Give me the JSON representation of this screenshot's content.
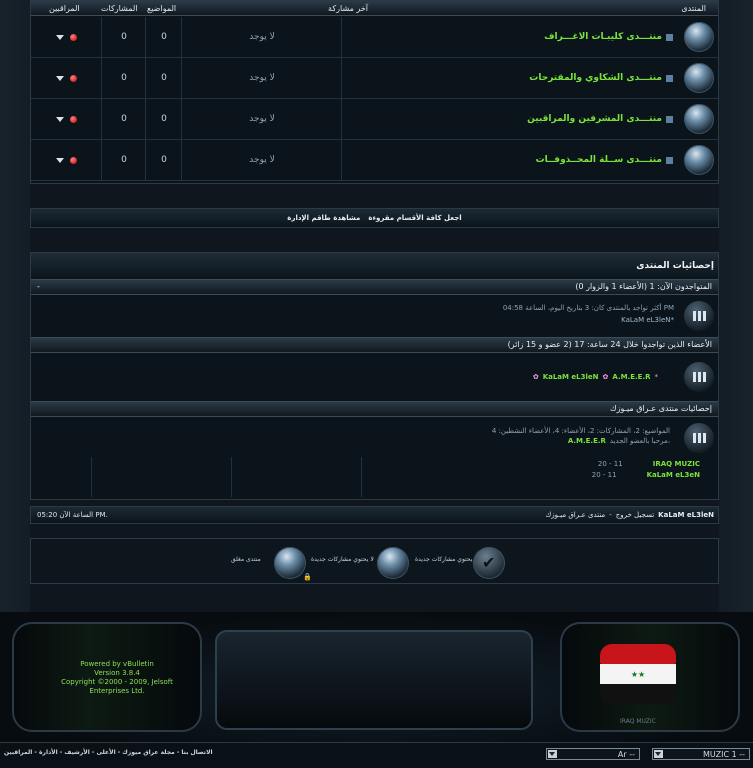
{
  "forum_table": {
    "headers": {
      "forum": "المنتدى",
      "last_post": "آخر مشاركة",
      "threads": "المواضيع",
      "posts": "المشاركات",
      "moderators": "المراقبين"
    },
    "rows": [
      {
        "title": "منتـــدى كليبـات الاغـــراف",
        "last_post": "لا يوجد",
        "threads": "0",
        "posts": "0"
      },
      {
        "title": "منتـــدى الشكاوي والمقترحات",
        "last_post": "لا يوجد",
        "threads": "0",
        "posts": "0"
      },
      {
        "title": "منتـــدى المشرفين والمراقبين",
        "last_post": "لا يوجد",
        "threads": "0",
        "posts": "0"
      },
      {
        "title": "منتـــدى ســلة المحــذوفــات",
        "last_post": "لا يوجد",
        "threads": "0",
        "posts": "0"
      }
    ]
  },
  "mark_read_bar": {
    "mark_read": "اجعل كافة الأقسام مقروءة",
    "view_admin": "مشاهدة طاقم الإدارة"
  },
  "stats": {
    "title": "إحصائيات المنتدى",
    "online_now": {
      "header": "المتواجدون الآن: 1 (الأعضاء 1 والزوار 0)",
      "collapse": "-",
      "record": "أكثر تواجد بالمنتدى كان: 3 بتاريخ اليوم، الساعة 04:58 PM",
      "members": "KaLaM eL3leN*"
    },
    "last24": {
      "header": "الأعضاء الذين تواجدوا خلال 24 ساعة: 17 (2 عضو و 15 زائر)",
      "members": [
        "KaLaM eL3leN",
        "A.M.E.E.R",
        "*"
      ]
    },
    "forum_stats": {
      "header": "إحصائيات منتدى عـراق ميـوزك",
      "line1": "المواضيع: 2، المشاركات: 2، الأعضاء: 4، الأعضاء النشطين: 4",
      "welcome_label": "مرحبا بالعضو الجديد،",
      "new_member": "A.M.E.E.R",
      "birthdays": [
        {
          "name": "IRAQ MUZIC",
          "date": "20 - 11"
        },
        {
          "name": "KaLaM eL3eN",
          "date": "20 - 11"
        }
      ]
    }
  },
  "status_bar": {
    "forum_name": "منتدى عـراق ميـوزك",
    "sep": "-",
    "logout": "تسجيل خروج",
    "user": "KaLaM eL3leN",
    "time": "الساعة الآن 05:20 PM."
  },
  "legend": {
    "new_posts": "يحتوي مشاركات جديدة",
    "no_new_posts": "لا يحتوي مشاركات جديدة",
    "closed": "منتدى مغلق"
  },
  "footer": {
    "powered": "Powered by vBulletin",
    "version": "Version 3.8.4",
    "copyright": "Copyright ©2000 - 2009, Jelsoft Enterprises Ltd.",
    "logo_caption": "IRAQ MUZIC"
  },
  "bottom_bar": {
    "links": "الاتصال بنا - مجلة عراق ميوزك - الأعلى - الأرشيف - الأدارة - المراقبين",
    "lang_select": "Ar --",
    "style_select": "MUZIC 1 --"
  }
}
